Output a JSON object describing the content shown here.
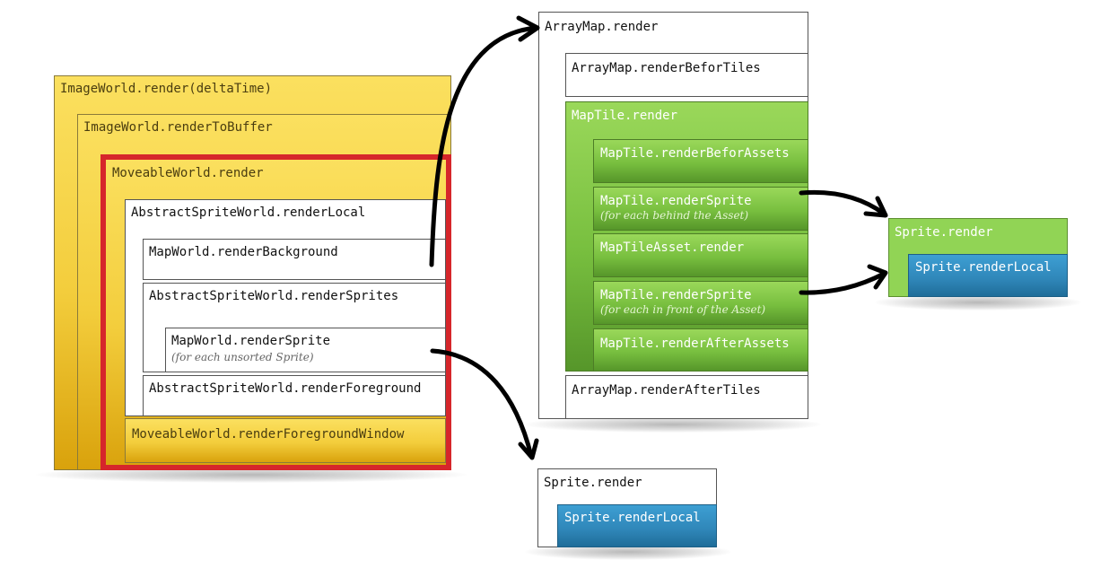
{
  "left_group": {
    "image_world_render": "ImageWorld.render(deltaTime)",
    "image_world_render_to_buffer": "ImageWorld.renderToBuffer",
    "moveable_world_render": "MoveableWorld.render",
    "abstract_sprite_world_render_local": "AbstractSpriteWorld.renderLocal",
    "map_world_render_background": "MapWorld.renderBackground",
    "abstract_sprite_world_render_sprites": "AbstractSpriteWorld.renderSprites",
    "map_world_render_sprite": "MapWorld.renderSprite",
    "map_world_render_sprite_note": "(for each unsorted Sprite)",
    "abstract_sprite_world_render_foreground": "AbstractSpriteWorld.renderForeground",
    "moveable_world_render_foreground_window": "MoveableWorld.renderForegroundWindow"
  },
  "array_map_group": {
    "array_map_render": "ArrayMap.render",
    "array_map_render_befor_tiles": "ArrayMap.renderBeforTiles",
    "map_tile_render": "MapTile.render",
    "map_tile_render_befor_assets": "MapTile.renderBeforAssets",
    "map_tile_render_sprite_behind": "MapTile.renderSprite",
    "map_tile_render_sprite_behind_note": "(for each behind the Asset)",
    "map_tile_asset_render": "MapTileAsset.render",
    "map_tile_render_sprite_front": "MapTile.renderSprite",
    "map_tile_render_sprite_front_note": "(for each in front of the Asset)",
    "map_tile_render_after_assets": "MapTile.renderAfterAssets",
    "array_map_render_after_tiles": "ArrayMap.renderAfterTiles"
  },
  "sprite_green": {
    "sprite_render": "Sprite.render",
    "sprite_render_local": "Sprite.renderLocal"
  },
  "sprite_white": {
    "sprite_render": "Sprite.render",
    "sprite_render_local": "Sprite.renderLocal"
  },
  "colors": {
    "yellow": "#f3cd3c",
    "red": "#d6262b",
    "green": "#78bf3f",
    "blue": "#2f86b8",
    "arrow": "#000000"
  }
}
